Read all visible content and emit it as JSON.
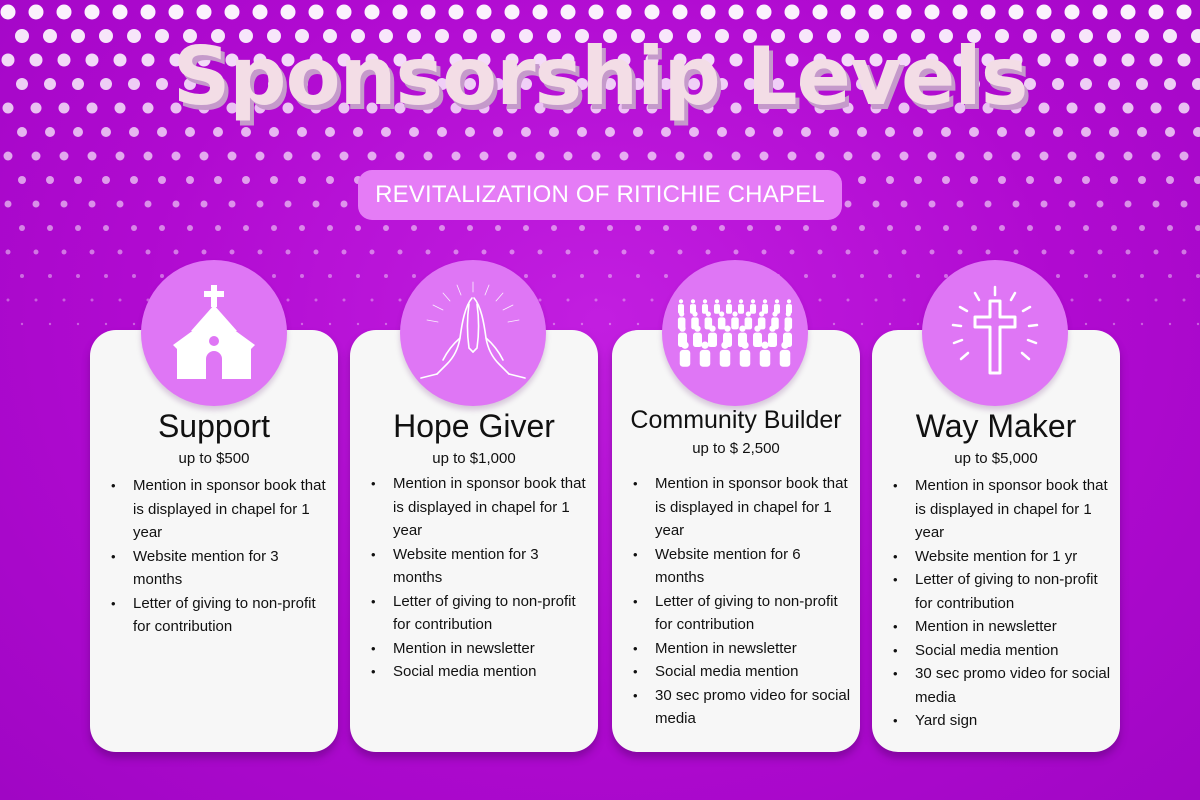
{
  "title": "Sponsorship Levels",
  "subtitle": "REVITALIZATION OF RITICHIE CHAPEL",
  "colors": {
    "background": "#b00ad0",
    "accent_pill": "#e57cf6",
    "icon_circle": "#df76f5",
    "card": "#f7f7f7"
  },
  "levels": [
    {
      "icon": "chapel-icon",
      "name": "Support",
      "price": "up to $500",
      "benefits": [
        "Mention in sponsor book that is displayed in chapel for 1 year",
        "Website mention for 3 months",
        "Letter of giving to non-profit for contribution"
      ]
    },
    {
      "icon": "praying-hands-icon",
      "name": "Hope Giver",
      "price": "up to $1,000",
      "benefits": [
        "Mention in sponsor book that is displayed in chapel for 1 year",
        "Website mention for 3 months",
        "Letter of giving to non-profit for contribution",
        "Mention in newsletter",
        "Social media mention"
      ]
    },
    {
      "icon": "crowd-icon",
      "name": "Community Builder",
      "price": "up to $ 2,500",
      "benefits": [
        "Mention in sponsor book that is displayed in chapel for 1 year",
        "Website mention for 6 months",
        "Letter of giving to non-profit for contribution",
        "Mention in newsletter",
        "Social media mention",
        "30 sec promo video  for social media"
      ]
    },
    {
      "icon": "radiant-cross-icon",
      "name": "Way Maker",
      "price": "up to $5,000",
      "benefits": [
        "Mention in sponsor book that is displayed in chapel for 1 year",
        "Website mention for 1 yr",
        "Letter of giving to non-profit for contribution",
        "Mention in newsletter",
        "Social media mention",
        "30 sec promo video  for social media",
        "Yard sign"
      ]
    }
  ]
}
